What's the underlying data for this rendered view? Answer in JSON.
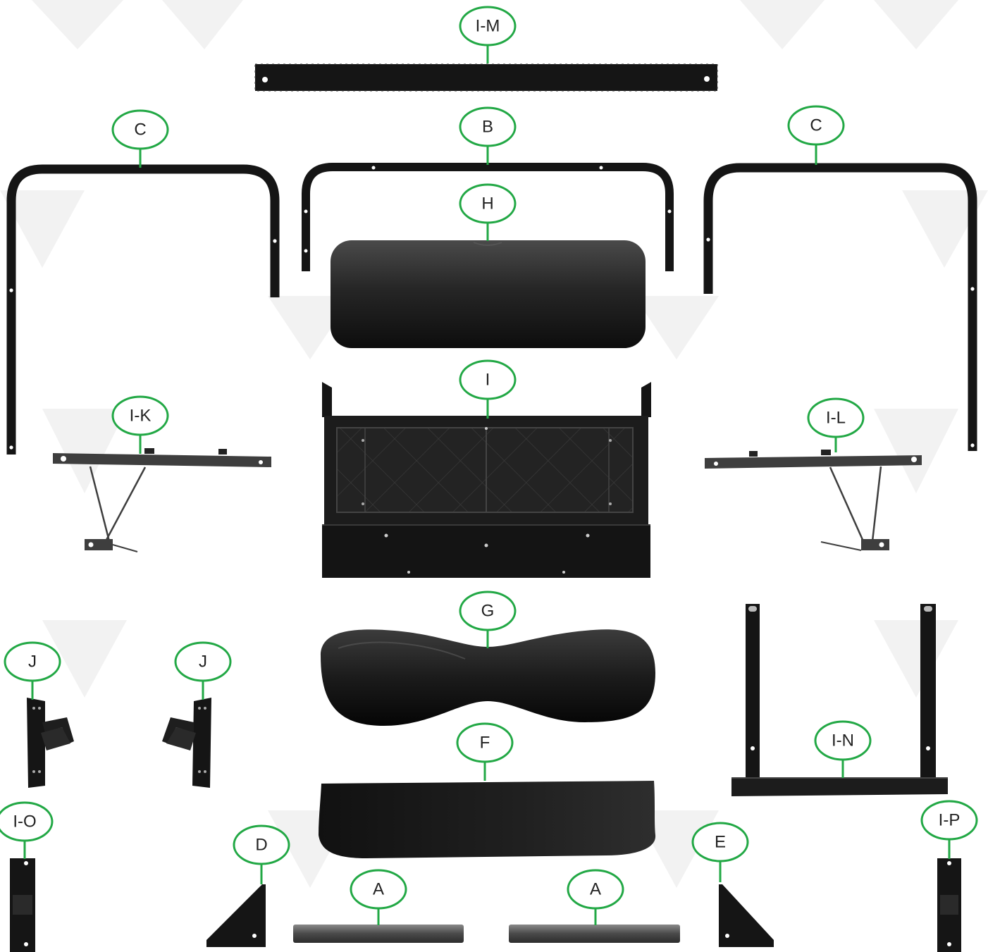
{
  "diagram": {
    "colors": {
      "label_ring": "#22a845",
      "part": "#151515",
      "part_highlight": "#3a3a3a",
      "background_pattern": "#f1f1f1"
    },
    "callouts": [
      {
        "id": "I-M",
        "text": "I-M"
      },
      {
        "id": "C-left",
        "text": "C"
      },
      {
        "id": "B",
        "text": "B"
      },
      {
        "id": "C-right",
        "text": "C"
      },
      {
        "id": "H",
        "text": "H"
      },
      {
        "id": "I",
        "text": "I"
      },
      {
        "id": "I-K",
        "text": "I-K"
      },
      {
        "id": "I-L",
        "text": "I-L"
      },
      {
        "id": "G",
        "text": "G"
      },
      {
        "id": "J-left",
        "text": "J"
      },
      {
        "id": "J-right",
        "text": "J"
      },
      {
        "id": "I-N",
        "text": "I-N"
      },
      {
        "id": "F",
        "text": "F"
      },
      {
        "id": "I-O",
        "text": "I-O"
      },
      {
        "id": "I-P",
        "text": "I-P"
      },
      {
        "id": "D",
        "text": "D"
      },
      {
        "id": "E",
        "text": "E"
      },
      {
        "id": "A-left",
        "text": "A"
      },
      {
        "id": "A-right",
        "text": "A"
      }
    ]
  }
}
